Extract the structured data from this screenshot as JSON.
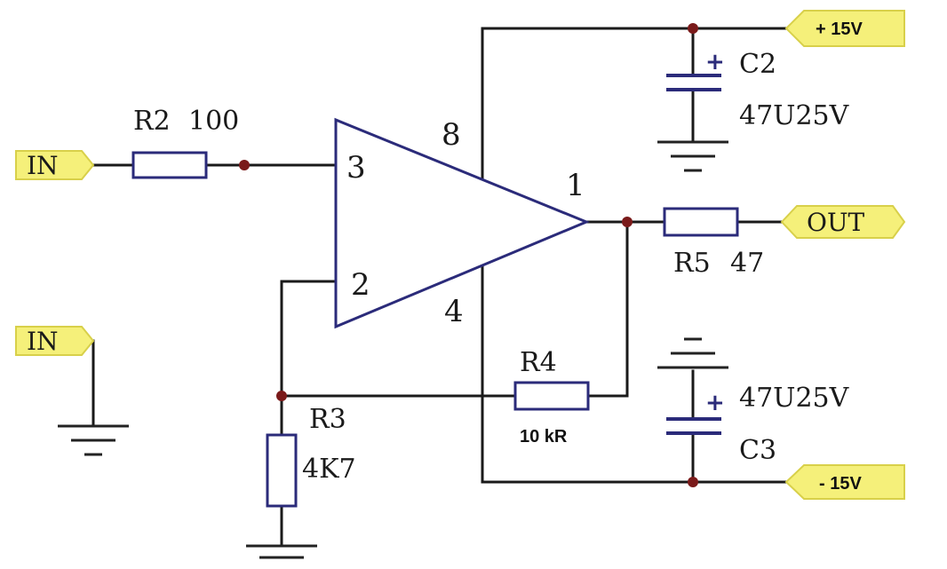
{
  "ports": {
    "in_top": "IN",
    "in_bottom": "IN",
    "out": "OUT",
    "vplus": "+ 15V",
    "vminus": "- 15V"
  },
  "components": {
    "r2": {
      "name": "R2",
      "value": "100"
    },
    "r3": {
      "name": "R3",
      "value": "4K7"
    },
    "r4": {
      "name": "R4",
      "value": "10 kR"
    },
    "r5": {
      "name": "R5",
      "value": "47"
    },
    "c2": {
      "name": "C2",
      "value": "47U25V"
    },
    "c3": {
      "name": "C3",
      "value": "47U25V"
    }
  },
  "opamp": {
    "pin_noninv": "3",
    "pin_inv": "2",
    "pin_out": "1",
    "pin_vplus": "8",
    "pin_vminus": "4"
  },
  "colors": {
    "port_fill": "#f5f07a",
    "component_stroke": "#2b2b7a",
    "junction": "#7a1a1a"
  }
}
